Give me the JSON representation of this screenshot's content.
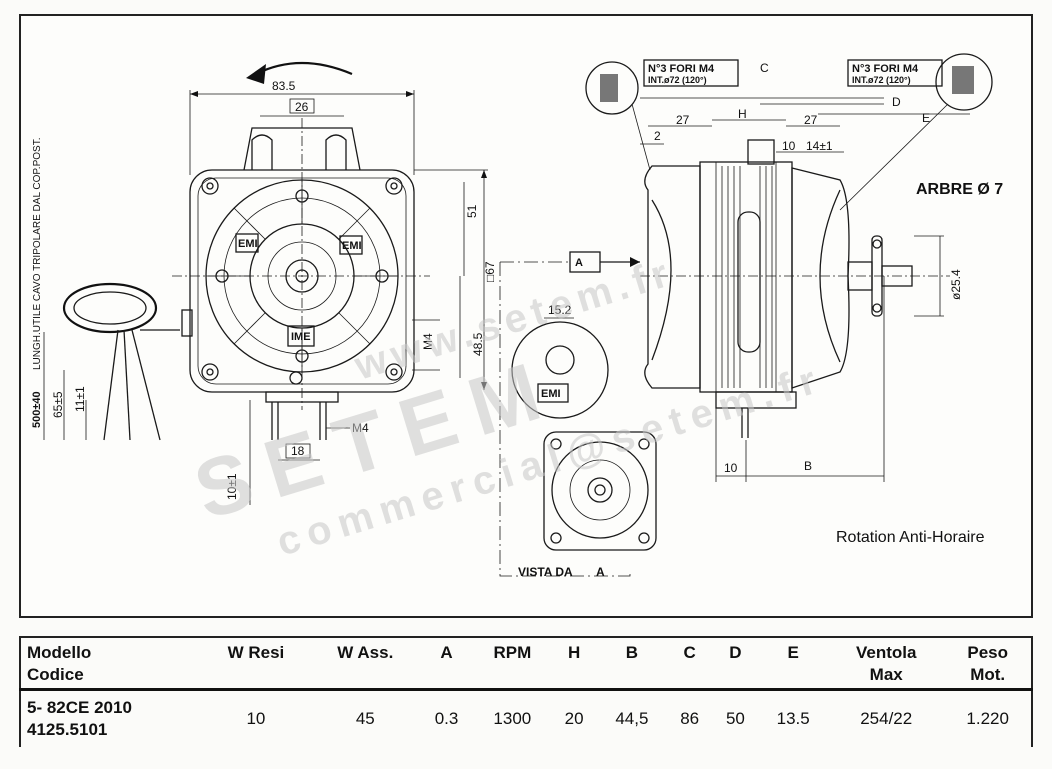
{
  "drawing": {
    "rotation_arrow": "curved-arrow",
    "dims_front": {
      "w835": "83.5",
      "w26": "26",
      "h51": "51",
      "sq67": "□67",
      "h485": "48.5",
      "m4_side": "M4",
      "m4_bottom": "M4",
      "w18": "18",
      "h10": "10±1",
      "h65": "65±5",
      "h11": "11±1",
      "cable": "500±40",
      "cable_note": "LUNGH.UTILE CAVO TRIPOLARE DAL COP.POST."
    },
    "dims_side": {
      "holes_left": "N°3 FORI M4",
      "int_left": "INT.ø72 (120°)",
      "holes_right": "N°3 FORI M4",
      "int_right": "INT.ø72 (120°)",
      "c": "C",
      "d": "D",
      "e": "E",
      "h": "H",
      "w27a": "27",
      "w27b": "27",
      "w2": "2",
      "w10a": "10",
      "w14": "14±1",
      "w10b": "10",
      "b": "B",
      "dia254": "ø25.4",
      "a_arrow": "A",
      "w152": "15.2",
      "vista": "VISTA DA",
      "vista_a": "A",
      "emi": "EMI",
      "ime": "IME"
    },
    "arbre": "ARBRE Ø 7",
    "rotation": "Rotation Anti-Horaire",
    "watermark_main": "SETEM",
    "watermark_url": "www.setem.fr",
    "watermark_sub": "commercial@setem.fr"
  },
  "table": {
    "headers": {
      "modello": "Modello",
      "codice": "Codice",
      "wresi": "W Resi",
      "wass": "W Ass.",
      "a": "A",
      "rpm": "RPM",
      "h": "H",
      "b": "B",
      "c": "C",
      "d": "D",
      "e": "E",
      "ventola1": "Ventola",
      "ventola2": "Max",
      "peso1": "Peso",
      "peso2": "Mot."
    },
    "row": {
      "model": "5- 82CE 2010",
      "code": "4125.5101",
      "wresi": "10",
      "wass": "45",
      "a": "0.3",
      "rpm": "1300",
      "h": "20",
      "b": "44,5",
      "c": "86",
      "d": "50",
      "e": "13.5",
      "ventola": "254/22",
      "peso": "1.220"
    }
  }
}
